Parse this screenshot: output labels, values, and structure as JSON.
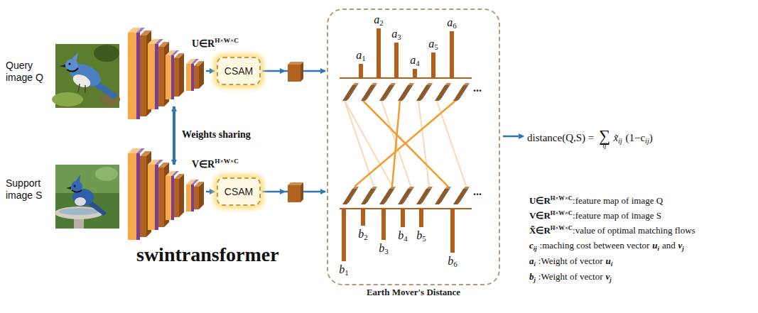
{
  "diagram": {
    "nodes": [
      {
        "text": [
          "CSAM"
        ]
      },
      {
        "text": [
          "CSAM"
        ]
      },
      {
        "text": [
          "Earth Mover's Distance"
        ]
      }
    ],
    "edges": [
      {
        "from": 0,
        "to": 2,
        "arrow": "to"
      },
      {
        "from": 1,
        "to": 2,
        "arrow": "to"
      }
    ],
    "labels": [
      "Query image Q",
      "Support image S",
      "U∈R",
      "H×W×C",
      "V∈R",
      "H×W×C",
      "Weights sharing",
      "swintransformer",
      "a",
      "1",
      "a",
      "2",
      "a",
      "3",
      "a",
      "4",
      "a",
      "5",
      "a",
      "6",
      "b",
      "1",
      "b",
      "2",
      "b",
      "3",
      "b",
      "4",
      "b",
      "5",
      "b",
      "6",
      "...",
      "...",
      "distance(Q,S) =",
      "∑",
      "ij",
      "x̃",
      "ij",
      "(1−c",
      "ij",
      ")",
      "U∈R",
      "H×W×C",
      ":feature map of image Q",
      "V∈R",
      "H×W×C",
      ":feature map of image S",
      "X̃∈R",
      "H×W×C",
      ":value of optimal matching flows",
      "c",
      "ij",
      ":maching cost between vector",
      "u",
      "i",
      "and",
      "v",
      "j",
      "a",
      "i",
      ":Weight of vector",
      "u",
      "i",
      "b",
      "j",
      ":Weight of vector",
      "v",
      "j"
    ]
  }
}
